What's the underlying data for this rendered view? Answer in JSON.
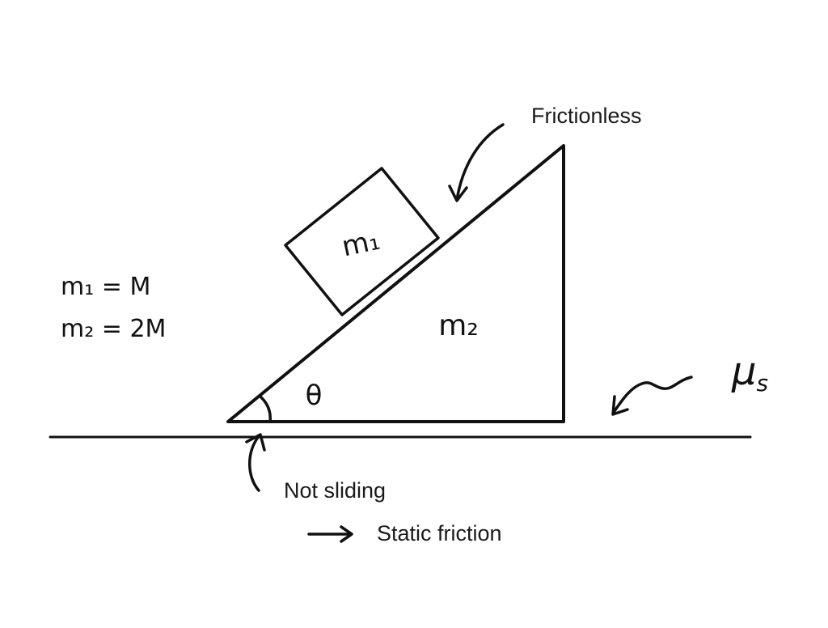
{
  "labels": {
    "frictionless": "Frictionless",
    "block_mass": "m₁",
    "wedge_mass": "m₂",
    "angle": "θ",
    "mu": "μ",
    "mu_sub": "s",
    "not_sliding": "Not sliding",
    "static_friction": "Static friction"
  },
  "given": [
    {
      "text": "m₁ = M"
    },
    {
      "text": "m₂ = 2M"
    }
  ],
  "colors": {
    "ink": "#111111",
    "background": "#ffffff"
  }
}
